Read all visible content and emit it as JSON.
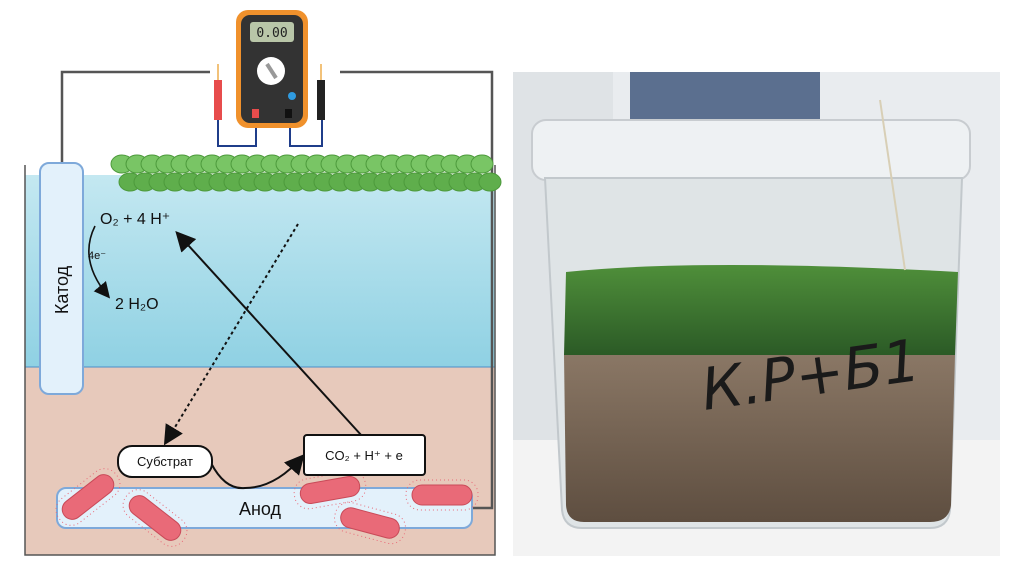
{
  "diagram": {
    "cathode_label": "Катод",
    "anode_label": "Анод",
    "cathode_reaction": {
      "reactant": "O₂ + 4 H⁺",
      "electrons": "4e⁻",
      "product": "2 H₂O"
    },
    "substrate_label": "Субстрат",
    "products_label": "CO₂ + H⁺ + e",
    "multimeter_display": "0.00"
  },
  "photo": {
    "handwritten_label": "К.Р+Б1"
  },
  "colors": {
    "water": "#a9dceb",
    "sediment": "#e7c9bb",
    "electrode_fill": "#e3f1fb",
    "electrode_stroke": "#7ea9da",
    "bacteria": "#e96a78",
    "plants": "#6fbf5a",
    "multimeter": "#f0912c"
  }
}
